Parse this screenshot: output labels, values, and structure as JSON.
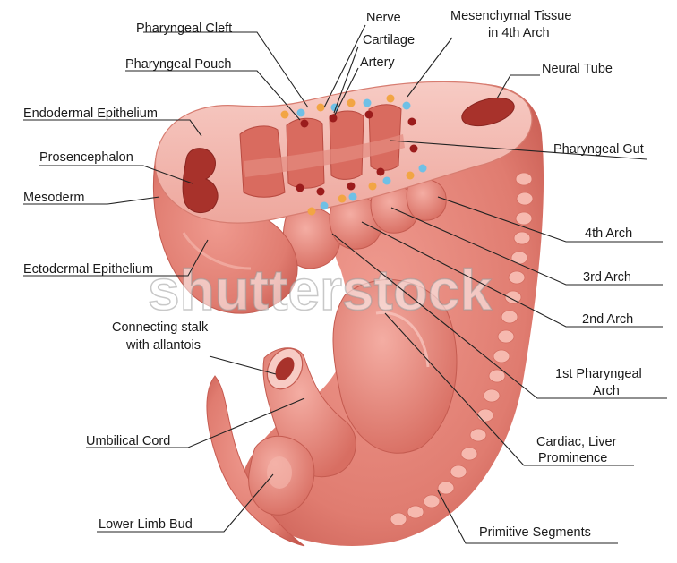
{
  "watermark": "shutterstock",
  "colors": {
    "skin": "#e27f74",
    "skin_dark": "#c9594f",
    "skin_light": "#f3b3aa",
    "cavity": "#a8322b",
    "lumen": "#f6c9c2",
    "dot_yellow": "#f2a544",
    "dot_blue": "#6fc0e6",
    "dot_red": "#9b1c1c"
  },
  "labels": {
    "pharyngeal_cleft": "Pharyngeal Cleft",
    "nerve": "Nerve",
    "cartilage": "Cartilage",
    "artery": "Artery",
    "mesenchymal_tissue": [
      "Mesenchymal Tissue",
      "in 4th Arch"
    ],
    "pharyngeal_pouch": "Pharyngeal Pouch",
    "neural_tube": "Neural Tube",
    "endodermal_epithelium": "Endodermal Epithelium",
    "prosencephalon": "Prosencephalon",
    "pharyngeal_gut": "Pharyngeal Gut",
    "mesoderm": "Mesoderm",
    "fourth_arch": "4th Arch",
    "ectodermal_epithelium": "Ectodermal Epithelium",
    "third_arch": "3rd Arch",
    "second_arch": "2nd Arch",
    "connecting_stalk": [
      "Connecting stalk",
      "with allantois"
    ],
    "first_pharyngeal_arch": [
      "1st Pharyngeal",
      "Arch"
    ],
    "umbilical_cord": "Umbilical Cord",
    "cardiac_liver": [
      "Cardiac, Liver",
      "Prominence"
    ],
    "lower_limb_bud": "Lower Limb Bud",
    "primitive_segments": "Primitive Segments"
  }
}
